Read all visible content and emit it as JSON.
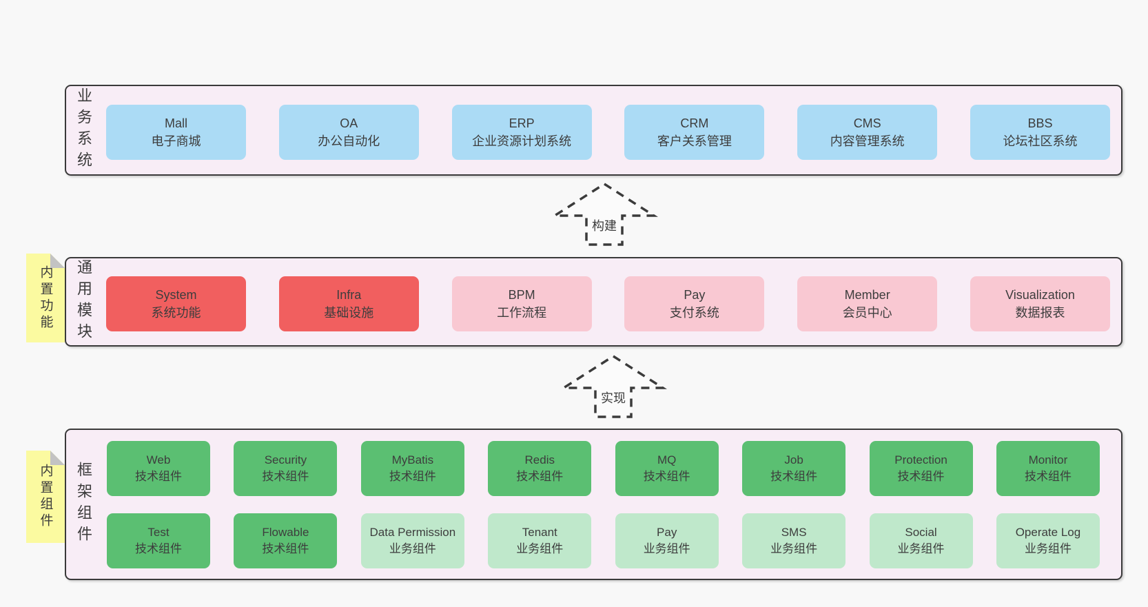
{
  "diagram": {
    "layer1": {
      "label": "业务系统",
      "boxes": [
        {
          "name": "Mall",
          "desc": "电子商城"
        },
        {
          "name": "OA",
          "desc": "办公自动化"
        },
        {
          "name": "ERP",
          "desc": "企业资源计划系统"
        },
        {
          "name": "CRM",
          "desc": "客户关系管理"
        },
        {
          "name": "CMS",
          "desc": "内容管理系统"
        },
        {
          "name": "BBS",
          "desc": "论坛社区系统"
        }
      ]
    },
    "arrow1": {
      "label": "构建"
    },
    "layer2": {
      "label": "通用模块",
      "sticky": "内置功能",
      "boxes": [
        {
          "name": "System",
          "desc": "系统功能",
          "variant": "red"
        },
        {
          "name": "Infra",
          "desc": "基础设施",
          "variant": "red"
        },
        {
          "name": "BPM",
          "desc": "工作流程",
          "variant": "pink"
        },
        {
          "name": "Pay",
          "desc": "支付系统",
          "variant": "pink"
        },
        {
          "name": "Member",
          "desc": "会员中心",
          "variant": "pink"
        },
        {
          "name": "Visualization",
          "desc": "数据报表",
          "variant": "pink"
        }
      ]
    },
    "arrow2": {
      "label": "实现"
    },
    "layer3": {
      "label": "框架组件",
      "sticky": "内置组件",
      "row1": [
        {
          "name": "Web",
          "desc": "技术组件",
          "variant": "green"
        },
        {
          "name": "Security",
          "desc": "技术组件",
          "variant": "green"
        },
        {
          "name": "MyBatis",
          "desc": "技术组件",
          "variant": "green"
        },
        {
          "name": "Redis",
          "desc": "技术组件",
          "variant": "green"
        },
        {
          "name": "MQ",
          "desc": "技术组件",
          "variant": "green"
        },
        {
          "name": "Job",
          "desc": "技术组件",
          "variant": "green"
        },
        {
          "name": "Protection",
          "desc": "技术组件",
          "variant": "green"
        },
        {
          "name": "Monitor",
          "desc": "技术组件",
          "variant": "green"
        }
      ],
      "row2": [
        {
          "name": "Test",
          "desc": "技术组件",
          "variant": "green"
        },
        {
          "name": "Flowable",
          "desc": "技术组件",
          "variant": "green"
        },
        {
          "name": "Data Permission",
          "desc": "业务组件",
          "variant": "lightgreen"
        },
        {
          "name": "Tenant",
          "desc": "业务组件",
          "variant": "lightgreen"
        },
        {
          "name": "Pay",
          "desc": "业务组件",
          "variant": "lightgreen"
        },
        {
          "name": "SMS",
          "desc": "业务组件",
          "variant": "lightgreen"
        },
        {
          "name": "Social",
          "desc": "业务组件",
          "variant": "lightgreen"
        },
        {
          "name": "Operate Log",
          "desc": "业务组件",
          "variant": "lightgreen"
        }
      ]
    },
    "colors": {
      "blue": "#abdbf5",
      "red": "#f15f5f",
      "pink": "#f9c8d2",
      "green": "#5bbf72",
      "light_green": "#bfe8cb",
      "sticky_yellow": "#fbfaa0",
      "panel_bg": "#f8edf6",
      "page_bg": "#f8f8f8",
      "border": "#3a3a3a"
    }
  }
}
